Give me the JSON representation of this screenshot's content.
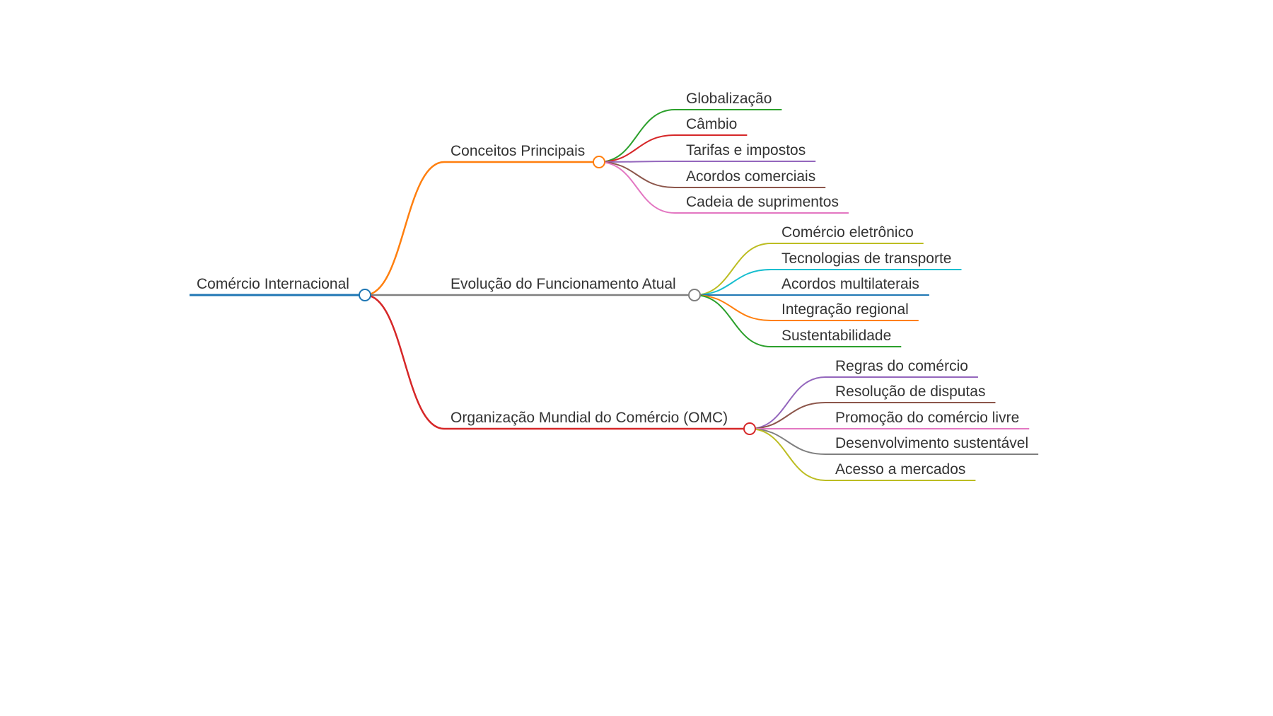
{
  "root": {
    "label": "Comércio Internacional",
    "color": "#1f77b4"
  },
  "branches": [
    {
      "label": "Conceitos Principais",
      "color": "#ff7f0e",
      "children": [
        {
          "label": "Globalização",
          "color": "#2ca02c"
        },
        {
          "label": "Câmbio",
          "color": "#d62728"
        },
        {
          "label": "Tarifas e impostos",
          "color": "#9467bd"
        },
        {
          "label": "Acordos comerciais",
          "color": "#8c564b"
        },
        {
          "label": "Cadeia de suprimentos",
          "color": "#e377c2"
        }
      ]
    },
    {
      "label": "Evolução do Funcionamento Atual",
      "color": "#7f7f7f",
      "children": [
        {
          "label": "Comércio eletrônico",
          "color": "#bcbd22"
        },
        {
          "label": "Tecnologias de transporte",
          "color": "#17becf"
        },
        {
          "label": "Acordos multilaterais",
          "color": "#1f77b4"
        },
        {
          "label": "Integração regional",
          "color": "#ff7f0e"
        },
        {
          "label": "Sustentabilidade",
          "color": "#2ca02c"
        }
      ]
    },
    {
      "label": "Organização Mundial do Comércio (OMC)",
      "color": "#d62728",
      "children": [
        {
          "label": "Regras do comércio",
          "color": "#9467bd"
        },
        {
          "label": "Resolução de disputas",
          "color": "#8c564b"
        },
        {
          "label": "Promoção do comércio livre",
          "color": "#e377c2"
        },
        {
          "label": "Desenvolvimento sustentável",
          "color": "#7f7f7f"
        },
        {
          "label": "Acesso a mercados",
          "color": "#bcbd22"
        }
      ]
    }
  ]
}
